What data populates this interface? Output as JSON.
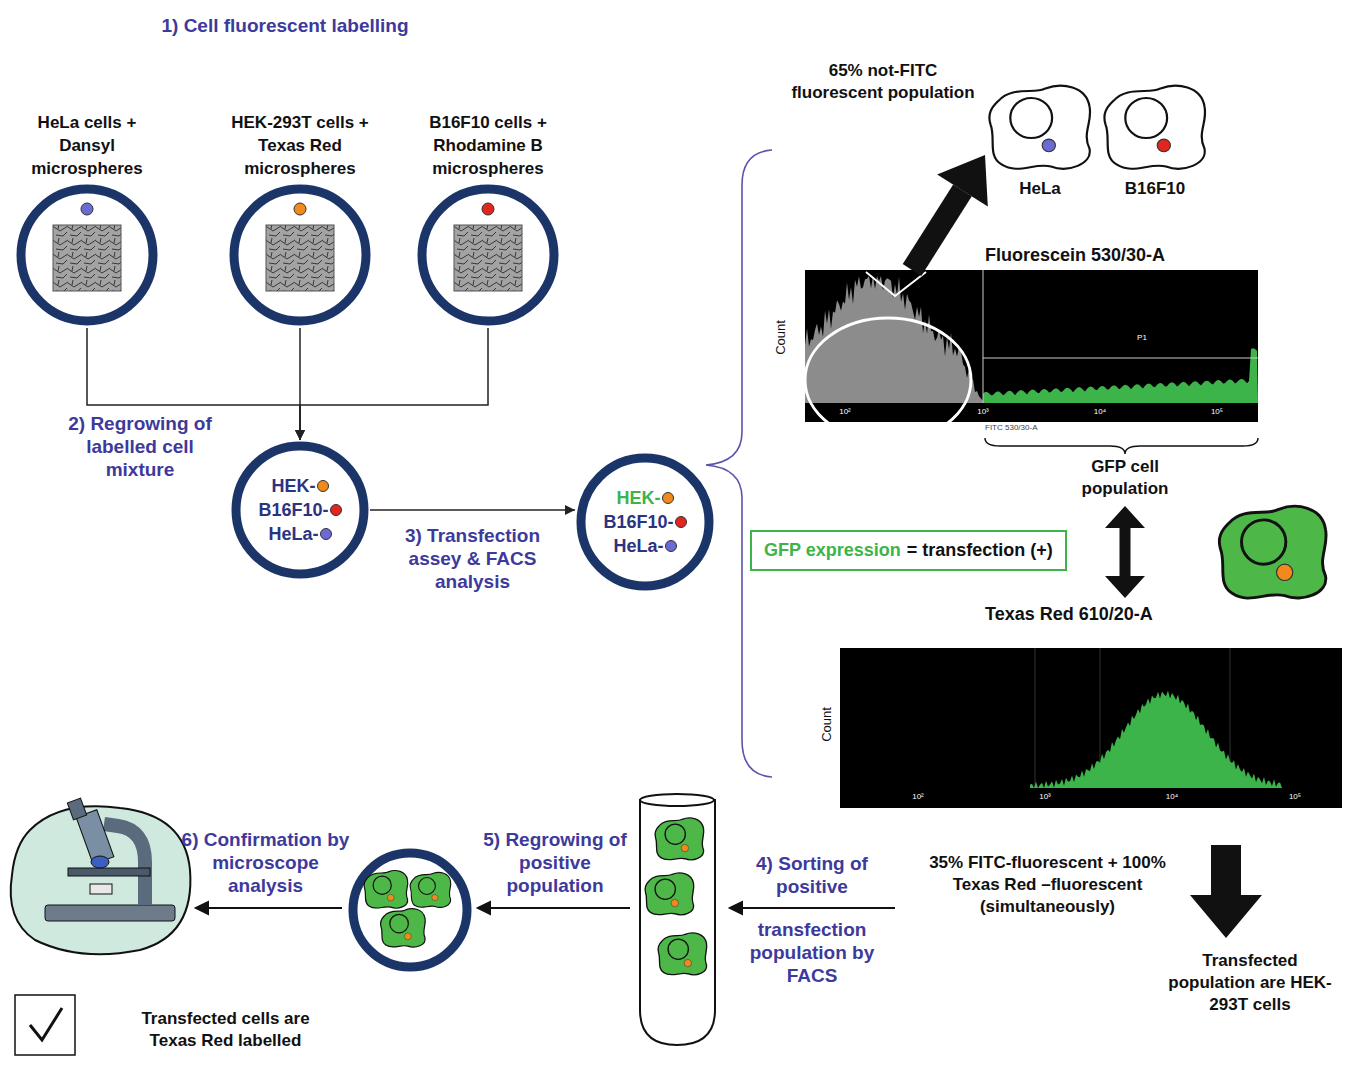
{
  "diagram": {
    "nodes": [
      {
        "text": [
          "HeLa cells + Dansyl microspheres"
        ]
      },
      {
        "text": [
          "HEK-293T cells + Texas Red microspheres"
        ]
      },
      {
        "text": [
          "B16F10 cells + Rhodamine B microspheres"
        ]
      },
      {
        "text": [
          "HEK-",
          "B16F10-",
          "HeLa-"
        ]
      },
      {
        "text": [
          "HEK-",
          "B16F10-",
          "HeLa-"
        ]
      },
      {
        "text": [
          "HeLa"
        ]
      },
      {
        "text": [
          "B16F10"
        ]
      },
      {
        "text": [
          "Fluorescein 530/30-A",
          "GFP cell population"
        ]
      },
      {
        "text": [
          "GFP expression",
          "= transfection (+)"
        ]
      },
      {
        "text": [
          "Texas Red 610/20-A"
        ]
      }
    ],
    "edges": [
      {
        "from": 0,
        "to": 3,
        "arrow": "to"
      },
      {
        "from": 1,
        "to": 3,
        "arrow": "to"
      },
      {
        "from": 2,
        "to": 3,
        "arrow": "to"
      },
      {
        "from": 3,
        "to": 4,
        "label": "3) Transfection assey & FACS analysis",
        "arrow": "to"
      },
      {
        "from": 7,
        "to": 5,
        "arrow": "to"
      },
      {
        "from": 7,
        "to": 9,
        "arrow": "both"
      }
    ],
    "labels": [
      "1) Cell fluorescent labelling",
      "2) Regrowing of labelled cell mixture",
      "65% not-FITC fluorescent population",
      "Count",
      "P1",
      "10²",
      "10³",
      "10⁴",
      "10⁵",
      "FITC 530/30-A",
      "Count",
      "10²",
      "10³",
      "10⁴",
      "10⁵",
      "35% FITC-fluorescent + 100% Texas Red –fluorescent (simultaneously)",
      "Transfected population are HEK-293T cells",
      "4) Sorting of positive",
      "transfection population by FACS",
      "5) Regrowing of positive population",
      "6) Confirmation by microscope analysis",
      "Transfected cells are Texas Red labelled"
    ]
  }
}
